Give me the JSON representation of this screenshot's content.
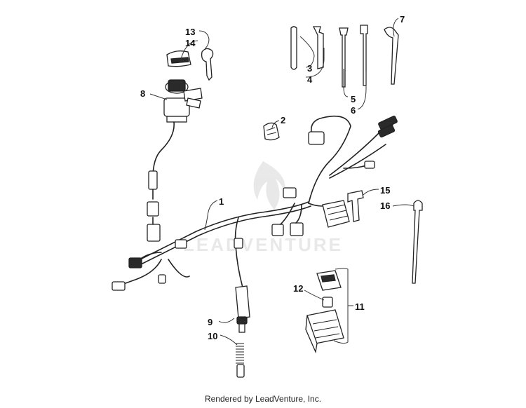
{
  "diagram": {
    "callouts": [
      "1",
      "2",
      "3",
      "4",
      "5",
      "6",
      "7",
      "8",
      "9",
      "10",
      "11",
      "12",
      "13",
      "14",
      "15",
      "16"
    ]
  },
  "watermark": "LEADVENTURE",
  "footer": "Rendered by LeadVenture, Inc."
}
